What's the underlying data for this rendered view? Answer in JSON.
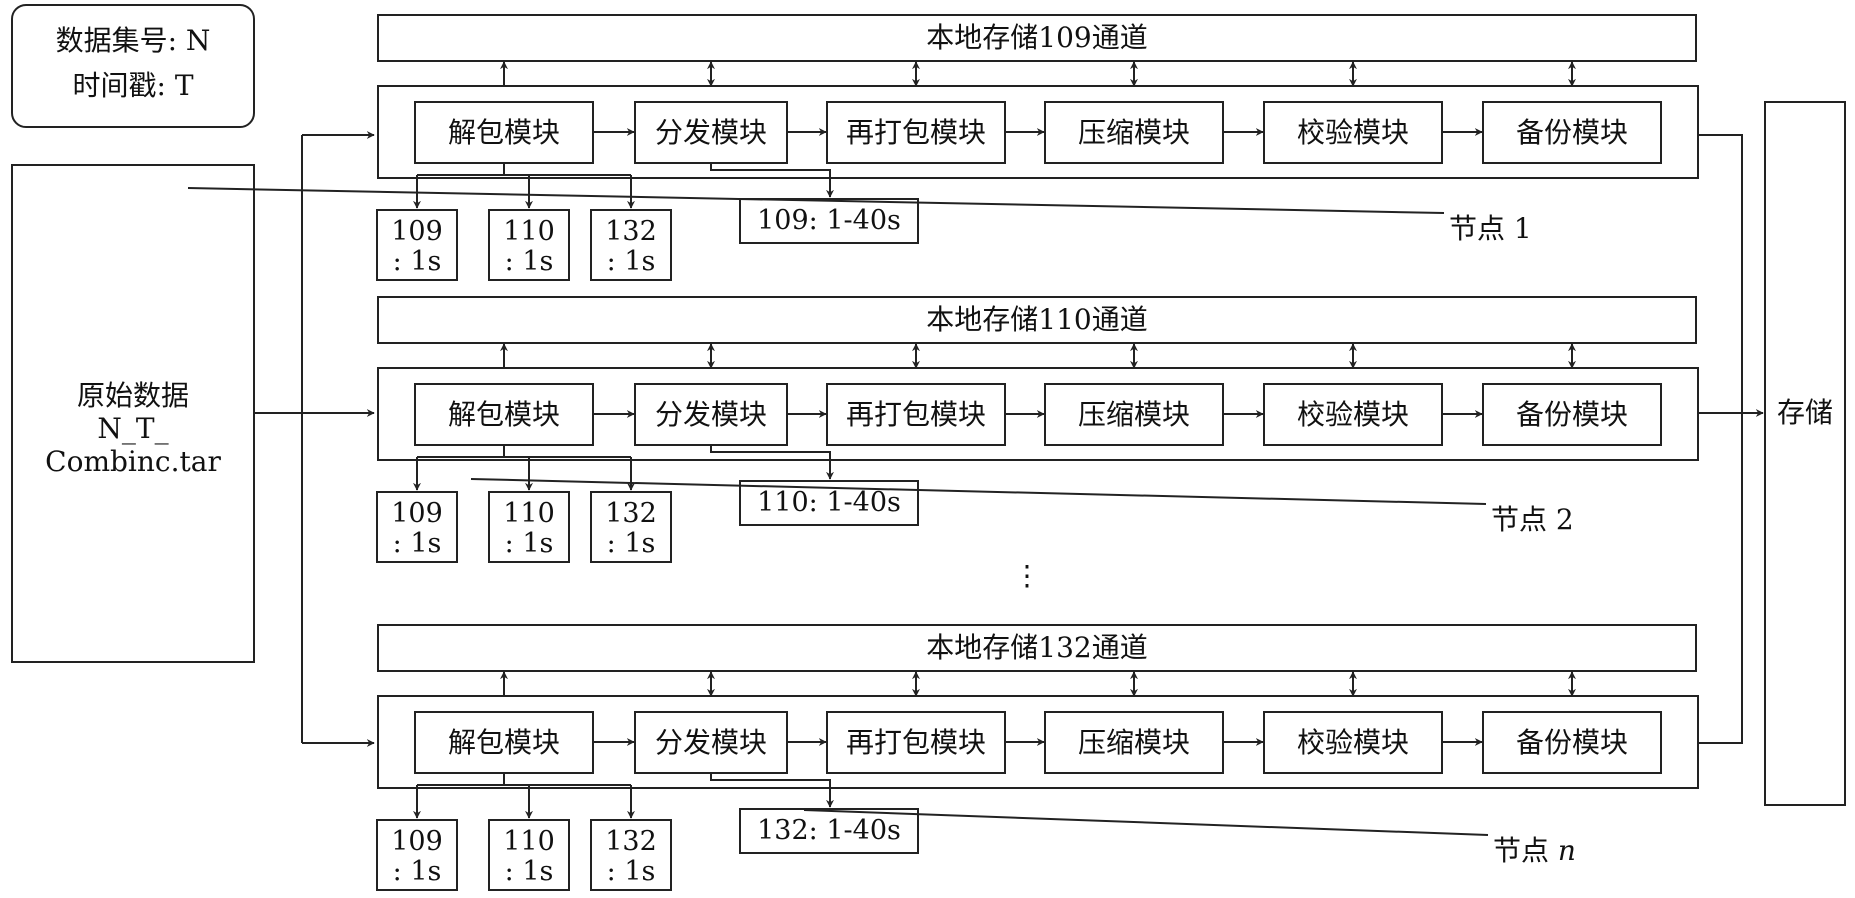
{
  "info": {
    "dataset_line": "数据集号: N",
    "timestamp_line": "时间戳: T"
  },
  "source": {
    "line1": "原始数据",
    "line2": "N_T_",
    "line3": "Combinc.tar"
  },
  "storage": {
    "label": "存储"
  },
  "modules": [
    "解包模块",
    "分发模块",
    "再打包模块",
    "压缩模块",
    "校验模块",
    "备份模块"
  ],
  "ellipsis": "⋮",
  "nodes": [
    {
      "local_storage": "本地存储109通道",
      "sub": [
        {
          "top": "109",
          "bottom": ": 1s"
        },
        {
          "top": "110",
          "bottom": ": 1s"
        },
        {
          "top": "132",
          "bottom": ": 1s"
        }
      ],
      "dist_output": "109: 1-40s",
      "label_prefix": "节点 ",
      "label_num": "1"
    },
    {
      "local_storage": "本地存储110通道",
      "sub": [
        {
          "top": "109",
          "bottom": ": 1s"
        },
        {
          "top": "110",
          "bottom": ": 1s"
        },
        {
          "top": "132",
          "bottom": ": 1s"
        }
      ],
      "dist_output": "110: 1-40s",
      "label_prefix": "节点 ",
      "label_num": "2"
    },
    {
      "local_storage": "本地存储132通道",
      "sub": [
        {
          "top": "109",
          "bottom": ": 1s"
        },
        {
          "top": "110",
          "bottom": ": 1s"
        },
        {
          "top": "132",
          "bottom": ": 1s"
        }
      ],
      "dist_output": "132: 1-40s",
      "label_prefix": "节点 ",
      "label_num": "n"
    }
  ]
}
